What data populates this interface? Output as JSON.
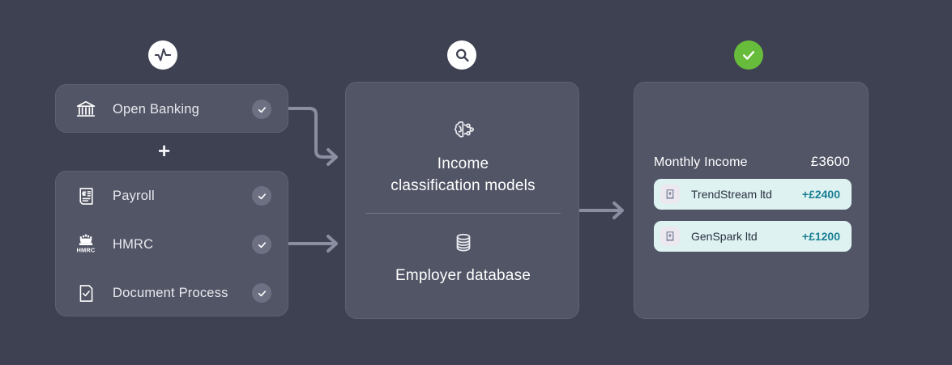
{
  "theme": {
    "background": "#3e4152",
    "card_bg": "#525566",
    "card_border": "#5e6173",
    "text_primary": "#ffffff",
    "text_secondary": "#e8e9ee",
    "connector": "#8b8ea0",
    "check_badge": "#6d7082",
    "success_green": "#68bc3c",
    "income_row_bg": "#ddf2f1",
    "income_value": "#1b7f94",
    "income_icon_bg": "#ece8ef"
  },
  "stage_badges": [
    {
      "name": "activity-pulse",
      "icon": "activity-icon",
      "style": "white"
    },
    {
      "name": "analysis-search",
      "icon": "search-icon",
      "style": "white"
    },
    {
      "name": "verified-result",
      "icon": "check-icon",
      "style": "green"
    }
  ],
  "sources": {
    "primary_card": {
      "items": [
        {
          "label": "Open Banking",
          "icon": "bank-icon",
          "status": "verified"
        }
      ]
    },
    "separator": "+",
    "secondary_card": {
      "items": [
        {
          "label": "Payroll",
          "icon": "payslip-icon",
          "status": "verified"
        },
        {
          "label": "HMRC",
          "icon": "hmrc-crown-icon",
          "status": "verified"
        },
        {
          "label": "Document Process",
          "icon": "document-check-icon",
          "status": "verified"
        }
      ]
    }
  },
  "processing": {
    "blocks": [
      {
        "icon": "brain-ai-icon",
        "title_line1": "Income",
        "title_line2": "classification models"
      },
      {
        "icon": "database-icon",
        "title_line1": "Employer database",
        "title_line2": ""
      }
    ]
  },
  "result": {
    "header": {
      "label": "Monthly Income",
      "amount": "£3600"
    },
    "rows": [
      {
        "icon": "receipt-icon",
        "name": "TrendStream ltd",
        "value": "+£2400"
      },
      {
        "icon": "receipt-icon",
        "name": "GenSpark ltd",
        "value": "+£1200"
      }
    ]
  }
}
